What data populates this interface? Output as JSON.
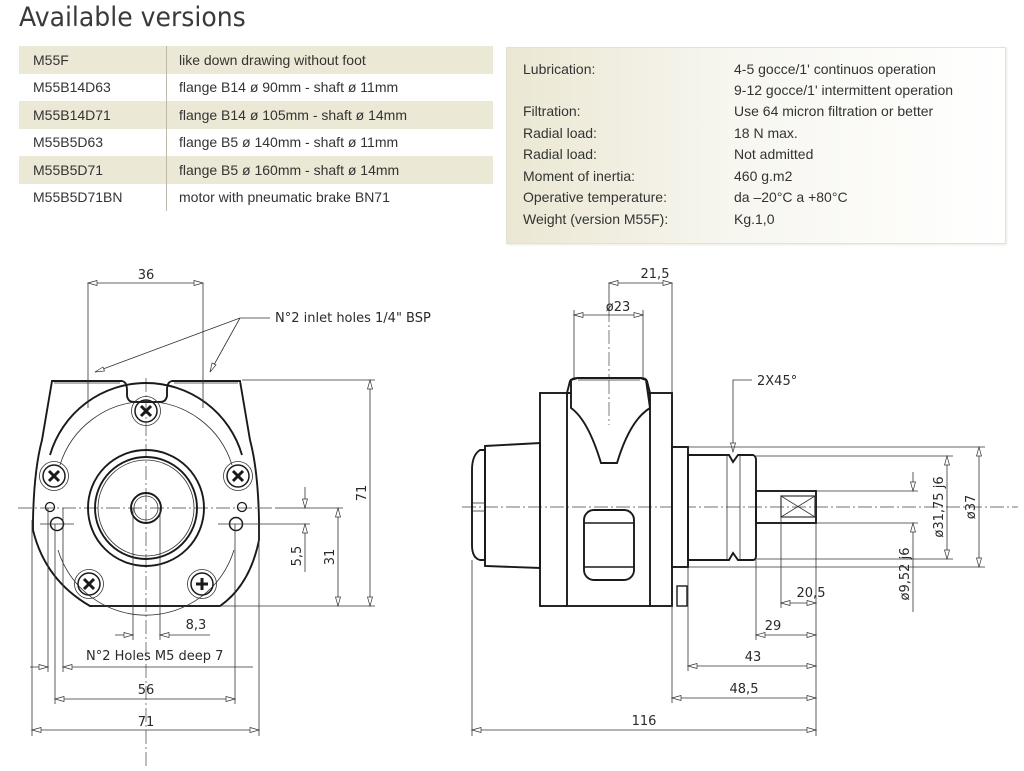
{
  "page": {
    "title": "Available versions"
  },
  "versions": [
    {
      "code": "M55F",
      "description": "like down drawing without foot"
    },
    {
      "code": "M55B14D63",
      "description": "flange B14 ø 90mm - shaft ø 11mm"
    },
    {
      "code": "M55B14D71",
      "description": "flange B14 ø 105mm - shaft ø 14mm"
    },
    {
      "code": "M55B5D63",
      "description": "flange B5 ø 140mm - shaft ø 11mm"
    },
    {
      "code": "M55B5D71",
      "description": "flange B5 ø 160mm - shaft ø 14mm"
    },
    {
      "code": "M55B5D71BN",
      "description": "motor with pneumatic brake BN71"
    }
  ],
  "specs": [
    {
      "label": "Lubrication:",
      "value": "4-5 gocce/1' continuos operation"
    },
    {
      "label": "",
      "value": "9-12 gocce/1' intermittent operation"
    },
    {
      "label": "Filtration:",
      "value": "Use 64 micron filtration or better"
    },
    {
      "label": "Radial load:",
      "value": "18 N max."
    },
    {
      "label": "Radial load:",
      "value": "Not admitted"
    },
    {
      "label": "Moment of inertia:",
      "value": "460 g.m2"
    },
    {
      "label": "Operative temperature:",
      "value": "da –20°C a +80°C"
    },
    {
      "label": "Weight (version M55F):",
      "value": "Kg.1,0"
    }
  ],
  "colors": {
    "stripe": "#ece8d6",
    "specs_bg_start": "#ebe7d3",
    "line": "#1a1a1a"
  },
  "front_view": {
    "dim_inlet_spacing": "36",
    "note_inlet": "N°2 inlet holes 1/4\" BSP",
    "dim_height": "71",
    "dim_axis_height": "31",
    "dim_offset": "5,5",
    "dim_bore": "8,3",
    "note_holes": "N°2 Holes M5 deep 7",
    "dim_hole_spacing": "56",
    "dim_width": "71"
  },
  "side_view": {
    "dim_boss_offset": "21,5",
    "dim_boss_dia": "ø23",
    "note_chamfer": "2X45°",
    "dim_spigot_dia": "ø31,75 j6",
    "dim_flange_dia": "ø37",
    "dim_shaft_dia": "ø9,52 j6",
    "dim_key_len": "20,5",
    "dim_shaft_len": "29",
    "dim_spigot_len": "43",
    "dim_flange_len": "48,5",
    "dim_total_len": "116"
  }
}
